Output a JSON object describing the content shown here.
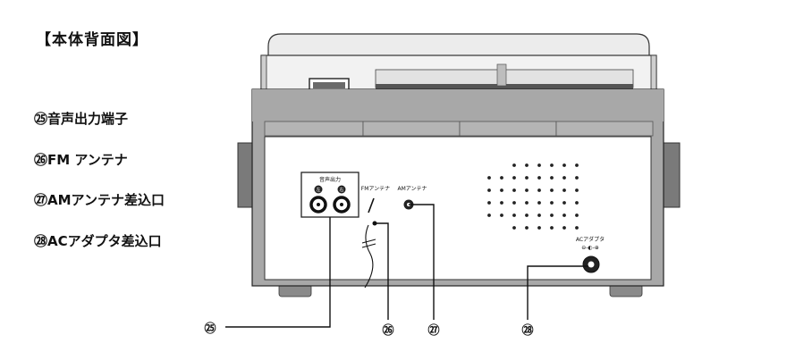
{
  "heading": "【本体背面図】",
  "legend": [
    {
      "number": "㉕",
      "label": "音声出力端子"
    },
    {
      "number": "㉖",
      "label": "FM アンテナ"
    },
    {
      "number": "㉗",
      "label": "AMアンテナ差込口"
    },
    {
      "number": "㉘",
      "label": "ACアダプタ差込口"
    }
  ],
  "device_labels": {
    "audio_out": "音声出力",
    "left_channel": "左",
    "right_channel": "右",
    "fm_antenna": "FMアンテナ",
    "am_antenna": "AMアンテナ",
    "ac_adapter": "ACアダプタ",
    "ac_polarity": "⊖-◐-⊕"
  },
  "callouts": [
    "㉕",
    "㉖",
    "㉗",
    "㉘"
  ]
}
